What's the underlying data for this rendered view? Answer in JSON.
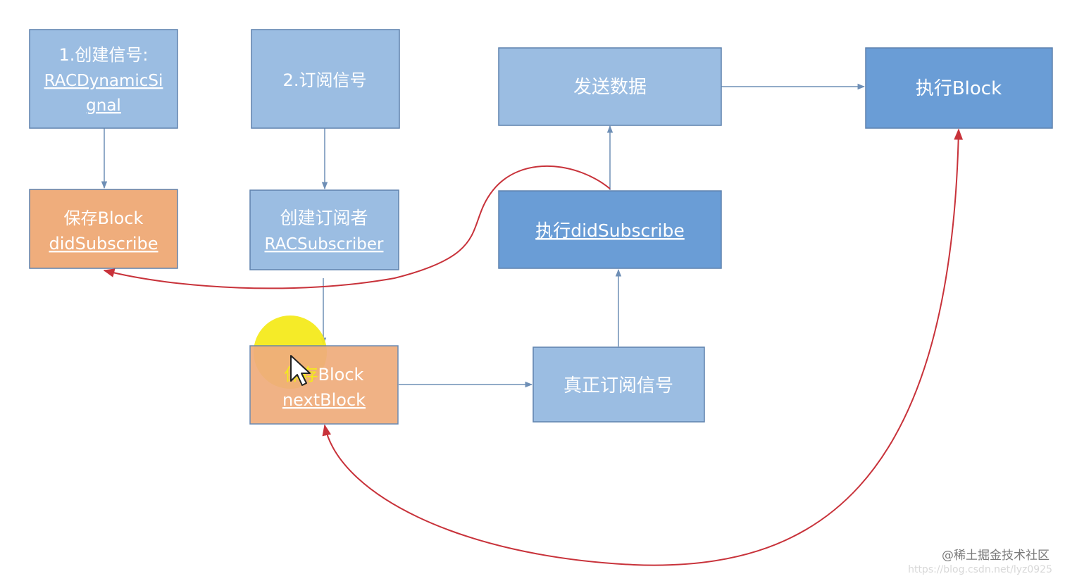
{
  "colors": {
    "light_blue": "#9bbde2",
    "mid_blue": "#6a9dd6",
    "orange": "#efad7c",
    "border": "#5f82ad",
    "arrow_blue": "#6e8fb6",
    "arrow_red": "#c8323a",
    "cursor_highlight": "#f4ea1c"
  },
  "nodes": {
    "create_signal": {
      "line1": "1.创建信号:",
      "line2": "RACDynamicSi",
      "line3": "gnal"
    },
    "subscribe_signal": {
      "label": "2.订阅信号"
    },
    "send_data": {
      "label": "发送数据"
    },
    "exec_block": {
      "label": "执行Block"
    },
    "save_did_subscribe": {
      "line1": "保存Block",
      "line2": "didSubscribe"
    },
    "create_subscriber": {
      "line1": "创建订阅者",
      "line2": "RACSubscriber"
    },
    "exec_did_subscribe": {
      "label": "执行didSubscribe"
    },
    "save_next_block": {
      "line1_a": "保存",
      "line1_b": "Block",
      "line2": "nextBlock"
    },
    "real_subscribe": {
      "label": "真正订阅信号"
    }
  },
  "watermarks": {
    "site": "@稀土掘金技术社区",
    "url": "https://blog.csdn.net/lyz0925"
  }
}
